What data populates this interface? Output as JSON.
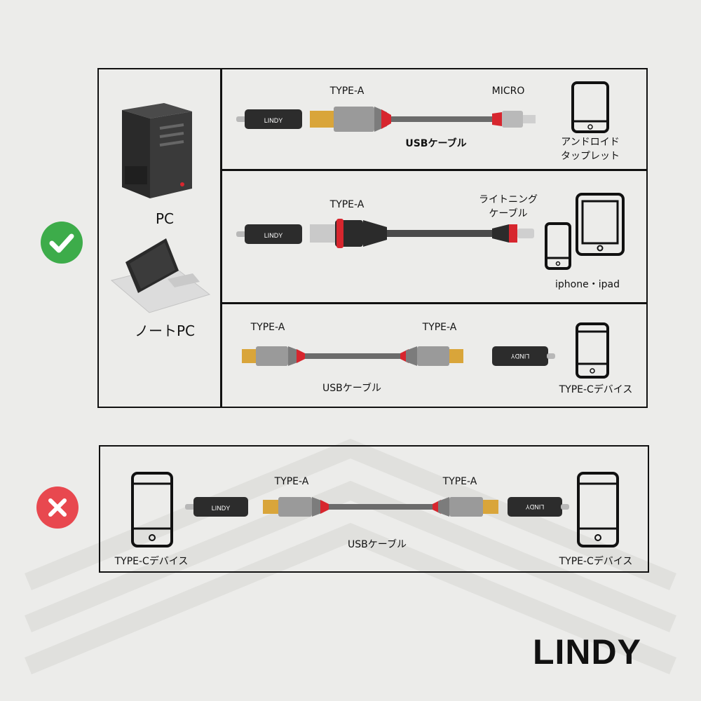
{
  "compatible": {
    "badge_icon": "check-icon",
    "badge_color": "#3dac4a",
    "hosts": [
      {
        "label": "PC",
        "icon": "desktop-tower-icon"
      },
      {
        "label": "ノートPC",
        "icon": "laptop-icon"
      }
    ],
    "rows": [
      {
        "left_connector": "TYPE-A",
        "right_connector": "MICRO",
        "cable_label": "USBケーブル",
        "device_label_line1": "アンドロイド",
        "device_label_line2": "タップレット",
        "device_icon": "tablet-icon"
      },
      {
        "left_connector": "TYPE-A",
        "right_connector_line1": "ライトニング",
        "right_connector_line2": "ケーブル",
        "device_label": "iphone・ipad",
        "device_icons": [
          "phone-icon",
          "tablet-icon"
        ]
      },
      {
        "left_connector": "TYPE-A",
        "right_connector": "TYPE-A",
        "cable_label": "USBケーブル",
        "device_label": "TYPE-Cデバイス",
        "device_icon": "phone-icon"
      }
    ]
  },
  "incompatible": {
    "badge_icon": "cross-icon",
    "badge_color": "#e8484f",
    "left_device_label": "TYPE-Cデバイス",
    "left_connector": "TYPE-A",
    "right_connector": "TYPE-A",
    "cable_label": "USBケーブル",
    "right_device_label": "TYPE-Cデバイス"
  },
  "adapter_text": "LINDY",
  "brand": "LINDY",
  "colors": {
    "accent_red": "#d7262e",
    "gold": "#d9a53a",
    "line": "#111111"
  }
}
